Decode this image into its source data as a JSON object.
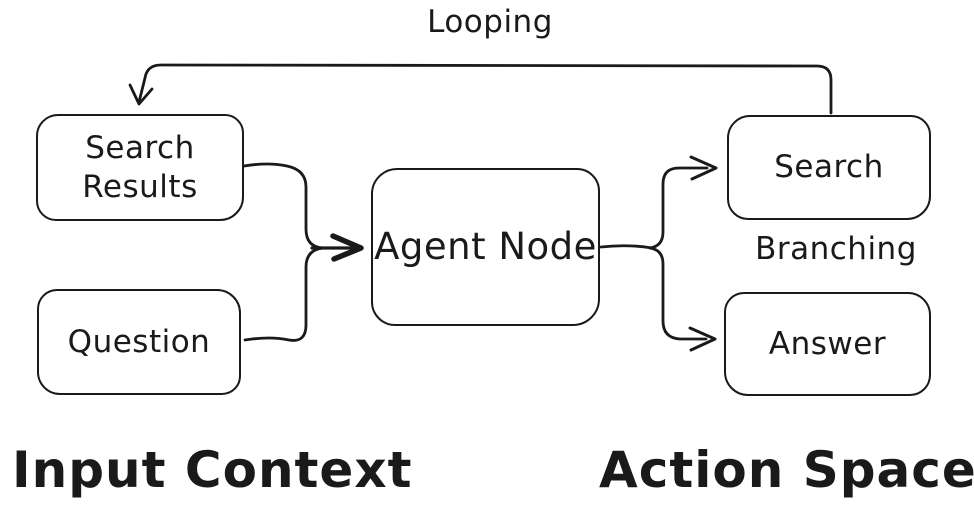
{
  "diagram": {
    "background": "#ffffff",
    "stroke_color": "#1a1a1a",
    "nodes": {
      "search_results": {
        "label": "Search Results"
      },
      "question": {
        "label": "Question"
      },
      "agent_node": {
        "label": "Agent Node"
      },
      "search": {
        "label": "Search"
      },
      "answer": {
        "label": "Answer"
      }
    },
    "annotations": {
      "looping": "Looping",
      "branching": "Branching",
      "input_context": "Input Context",
      "action_space": "Action Space"
    },
    "edges": [
      {
        "from": "search_results",
        "to": "agent_node"
      },
      {
        "from": "question",
        "to": "agent_node"
      },
      {
        "from": "agent_node",
        "to": "search"
      },
      {
        "from": "agent_node",
        "to": "answer"
      },
      {
        "from": "search",
        "to": "search_results",
        "label": "Looping"
      }
    ]
  }
}
